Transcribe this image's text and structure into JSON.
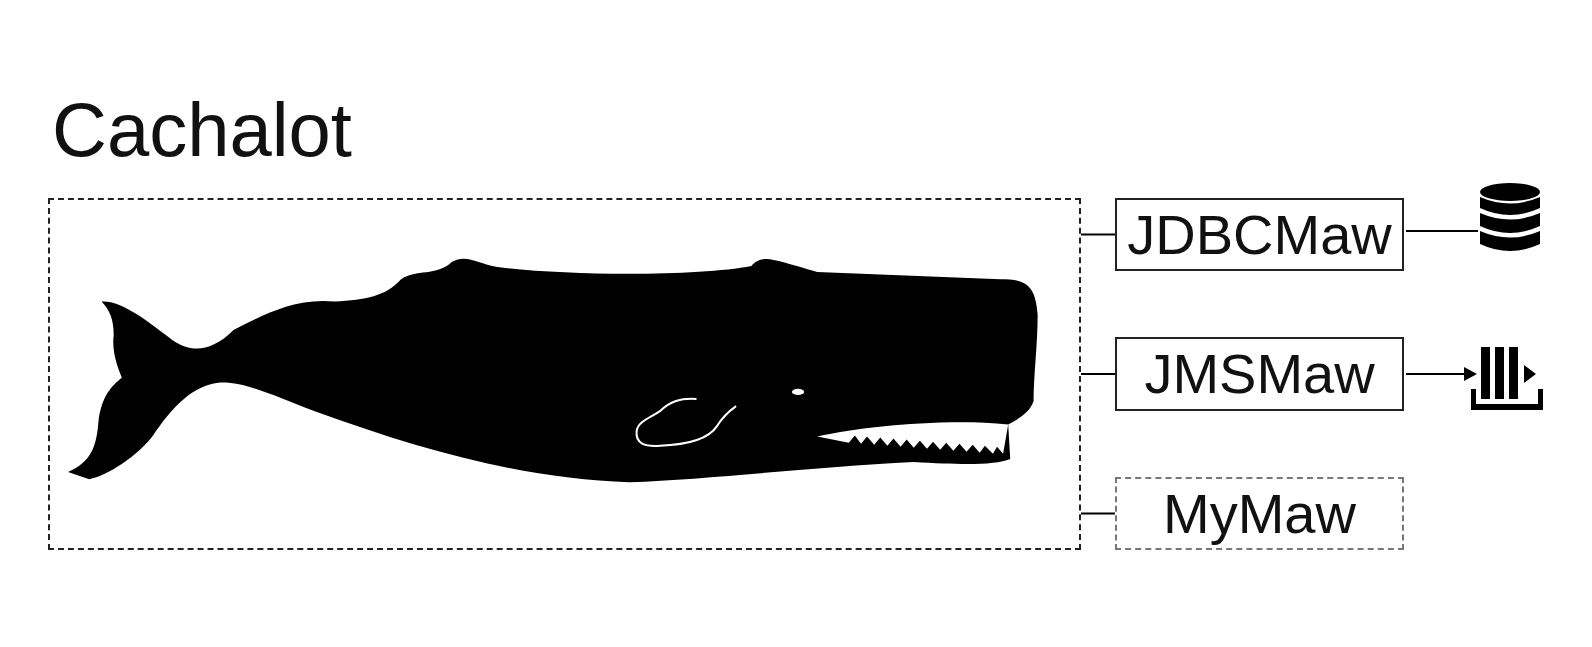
{
  "diagram": {
    "nodes": [
      {
        "text": [
          "Cachalot"
        ]
      },
      {
        "text": [
          "JDBCMaw"
        ]
      },
      {
        "text": [
          "JMSMaw"
        ]
      },
      {
        "text": [
          "MyMaw"
        ]
      }
    ],
    "edges": [
      {
        "from": 0,
        "to": 1,
        "arrow": "none"
      },
      {
        "from": 0,
        "to": 2,
        "arrow": "none"
      },
      {
        "from": 0,
        "to": 3,
        "arrow": "none"
      }
    ]
  }
}
